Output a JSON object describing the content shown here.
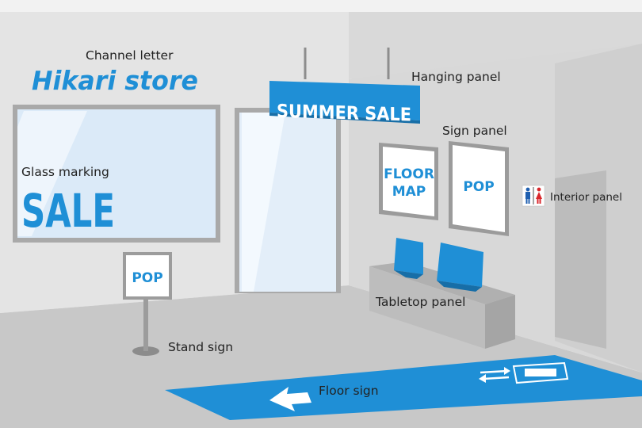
{
  "colors": {
    "accent_blue": "#1f8fd6",
    "wall": "#e6e6e6",
    "side_wall": "#dcdcdc",
    "floor": "#c9c9c9",
    "frame": "#9a9a9a",
    "text": "#222222",
    "white": "#ffffff"
  },
  "labels": {
    "channel_letter": "Channel letter",
    "hanging_panel": "Hanging panel",
    "sign_panel": "Sign panel",
    "glass_marking": "Glass marking",
    "interior_panel": "Interior panel",
    "tabletop_panel": "Tabletop panel",
    "stand_sign": "Stand sign",
    "floor_sign": "Floor sign"
  },
  "signs": {
    "store_name": "Hikari store",
    "summer_sale": "SUMMER SALE",
    "sale": "SALE",
    "floor_map_line1": "FLOOR",
    "floor_map_line2": "MAP",
    "pop_panel": "POP",
    "pop_stand": "POP"
  },
  "icons": {
    "restroom": "restroom-icon",
    "floor_arrow": "left-arrow-icon",
    "floor_direction": "direction-sign-icon"
  }
}
